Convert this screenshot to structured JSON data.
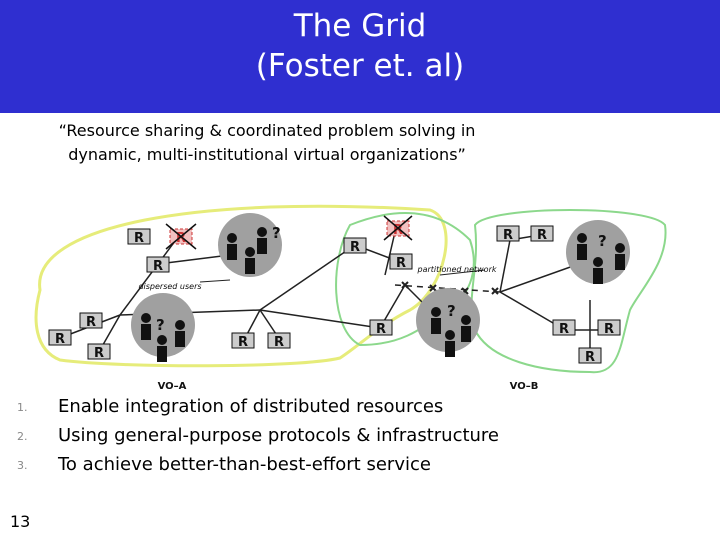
{
  "slide": {
    "title_line1": "The Grid",
    "title_line2": "(Foster et. al)",
    "quote_line1": "“Resource sharing & coordinated problem solving in",
    "quote_line2": "dynamic, multi-institutional virtual organizations”",
    "slide_number": "13",
    "colors": {
      "title_bg": "#2f2fd0",
      "vo_a": "#e6ec7a",
      "vo_b": "#8cd88c",
      "cluster": "#a0a0a0"
    }
  },
  "diagram": {
    "resource_label": "R",
    "unknown_label": "?",
    "dispersed_users_label": "dispersed users",
    "partitioned_network_label": "partitioned network",
    "vo_a_label": "VO–A",
    "vo_b_label": "VO–B"
  },
  "list": [
    {
      "number": "1.",
      "text": "Enable integration of distributed resources"
    },
    {
      "number": "2.",
      "text": "Using general-purpose protocols & infrastructure"
    },
    {
      "number": "3.",
      "text": "To achieve better-than-best-effort service"
    }
  ]
}
